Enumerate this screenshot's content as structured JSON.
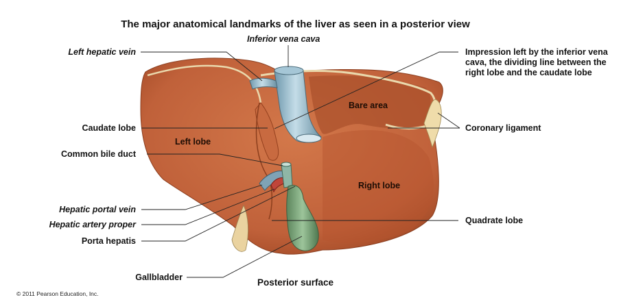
{
  "title": "The major anatomical landmarks of the liver as seen in a posterior view",
  "caption": "Posterior surface",
  "copyright": "© 2011 Pearson Education, Inc.",
  "colors": {
    "liver": "#c9683e",
    "liver_dark": "#9c4522",
    "vessel": "#8fb4c6",
    "gallbladder": "#7aa37a",
    "ligament": "#e8d7a8",
    "leader": "#222222"
  },
  "regions": {
    "bare_area": "Bare area",
    "left_lobe": "Left lobe",
    "right_lobe": "Right lobe"
  },
  "labels": {
    "inferior_vena_cava": "Inferior vena cava",
    "left_hepatic_vein": "Left hepatic vein",
    "caudate_lobe": "Caudate lobe",
    "common_bile_duct": "Common bile duct",
    "hepatic_portal_vein": "Hepatic portal vein",
    "hepatic_artery_proper": "Hepatic artery proper",
    "porta_hepatis": "Porta hepatis",
    "gallbladder": "Gallbladder",
    "impression_ivc": "Impression left by the inferior vena cava, the dividing line between the right lobe and the caudate lobe",
    "coronary_ligament": "Coronary ligament",
    "quadrate_lobe": "Quadrate lobe"
  }
}
